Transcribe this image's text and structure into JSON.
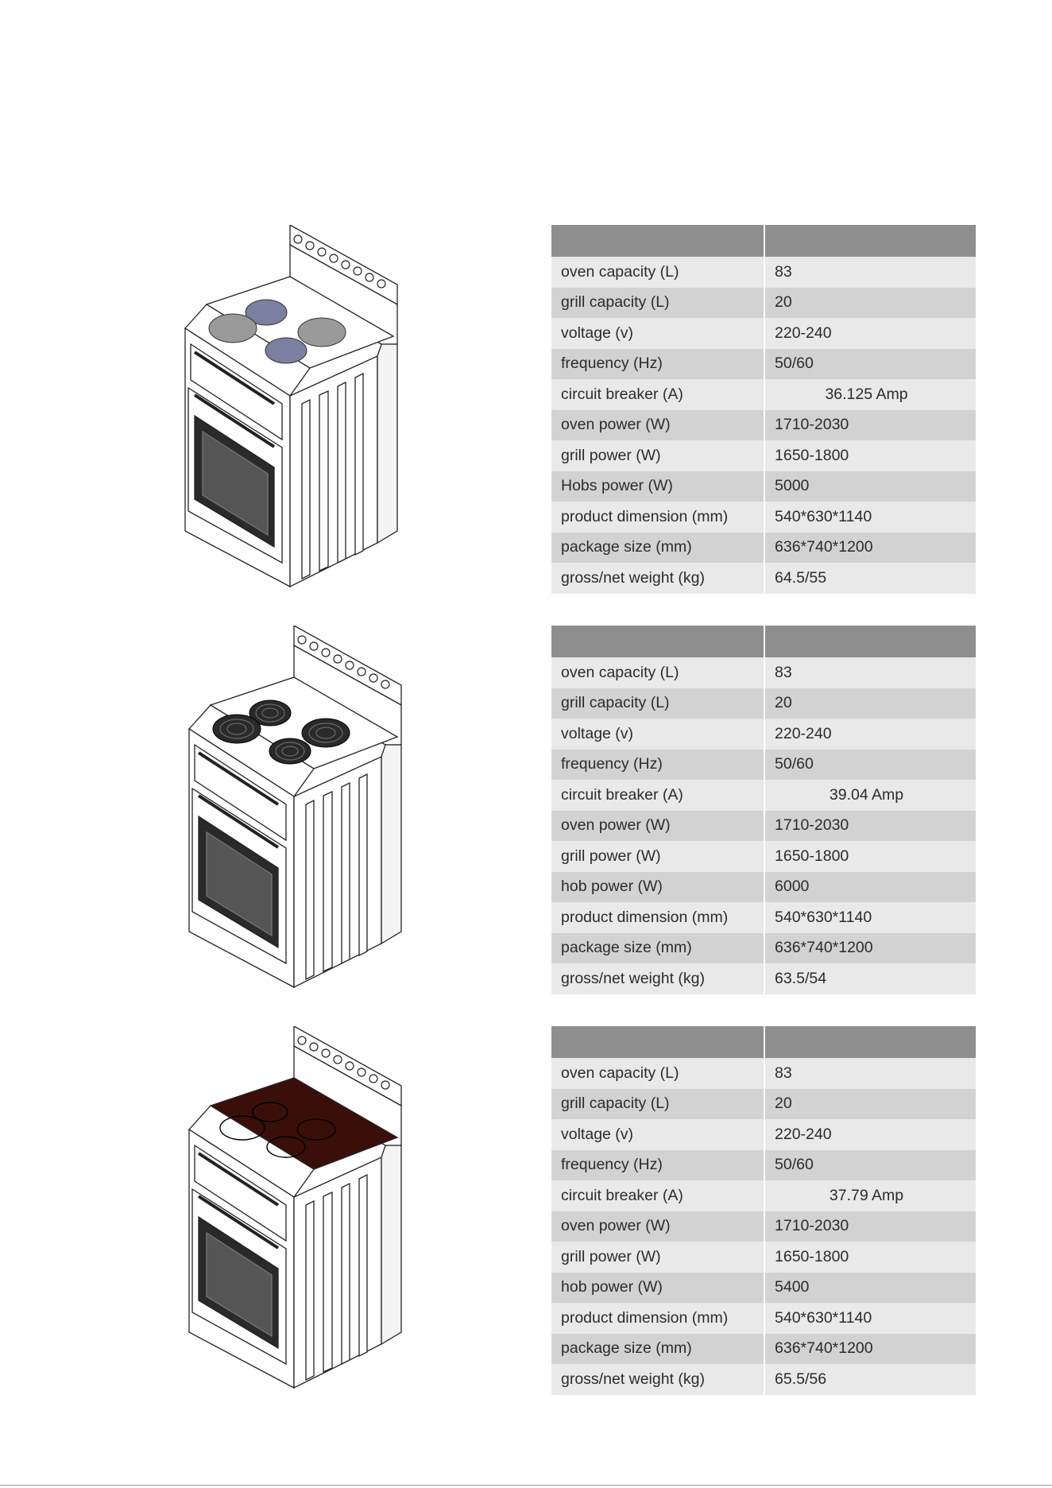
{
  "products": [
    {
      "hob_type": "solid-plate",
      "specs": [
        {
          "label": "oven capacity (L)",
          "value": "83"
        },
        {
          "label": "grill capacity (L)",
          "value": "20"
        },
        {
          "label": "voltage (v)",
          "value": "220-240"
        },
        {
          "label": "frequency (Hz)",
          "value": "50/60"
        },
        {
          "label": "circuit breaker (A)",
          "value": "36.125 Amp",
          "centered": true
        },
        {
          "label": "oven power (W)",
          "value": "1710-2030"
        },
        {
          "label": "grill power (W)",
          "value": "1650-1800"
        },
        {
          "label": "Hobs power (W)",
          "value": "5000"
        },
        {
          "label": "product dimension (mm)",
          "value": "540*630*1140"
        },
        {
          "label": "package size (mm)",
          "value": "636*740*1200"
        },
        {
          "label": "gross/net weight (kg)",
          "value": "64.5/55"
        }
      ]
    },
    {
      "hob_type": "coil",
      "specs": [
        {
          "label": "oven capacity (L)",
          "value": "83"
        },
        {
          "label": "grill capacity (L)",
          "value": "20"
        },
        {
          "label": "voltage (v)",
          "value": "220-240"
        },
        {
          "label": "frequency (Hz)",
          "value": "50/60"
        },
        {
          "label": "circuit breaker (A)",
          "value": "39.04 Amp",
          "centered": true
        },
        {
          "label": "oven power (W)",
          "value": "1710-2030"
        },
        {
          "label": "grill power (W)",
          "value": "1650-1800"
        },
        {
          "label": "hob power (W)",
          "value": "6000"
        },
        {
          "label": "product dimension (mm)",
          "value": "540*630*1140"
        },
        {
          "label": "package size (mm)",
          "value": "636*740*1200"
        },
        {
          "label": "gross/net weight (kg)",
          "value": "63.5/54"
        }
      ]
    },
    {
      "hob_type": "ceramic",
      "specs": [
        {
          "label": "oven capacity (L)",
          "value": "83"
        },
        {
          "label": "grill capacity (L)",
          "value": "20"
        },
        {
          "label": "voltage (v)",
          "value": "220-240"
        },
        {
          "label": "frequency (Hz)",
          "value": "50/60"
        },
        {
          "label": "circuit breaker (A)",
          "value": "37.79 Amp",
          "centered": true
        },
        {
          "label": "oven power (W)",
          "value": "1710-2030"
        },
        {
          "label": "grill power (W)",
          "value": "1650-1800"
        },
        {
          "label": "hob power (W)",
          "value": "5400"
        },
        {
          "label": "product dimension (mm)",
          "value": "540*630*1140"
        },
        {
          "label": "package size (mm)",
          "value": "636*740*1200"
        },
        {
          "label": "gross/net weight (kg)",
          "value": "65.5/56"
        }
      ]
    }
  ],
  "colors": {
    "header": "#8f8e8f",
    "row_light": "#e9e9e9",
    "row_dark": "#d2d2d2",
    "solid_plate_small": "#7b80a0",
    "solid_plate_large": "#9a9a9a",
    "coil": "#2a2a2a",
    "ceramic_glass": "#3a0f0a"
  }
}
